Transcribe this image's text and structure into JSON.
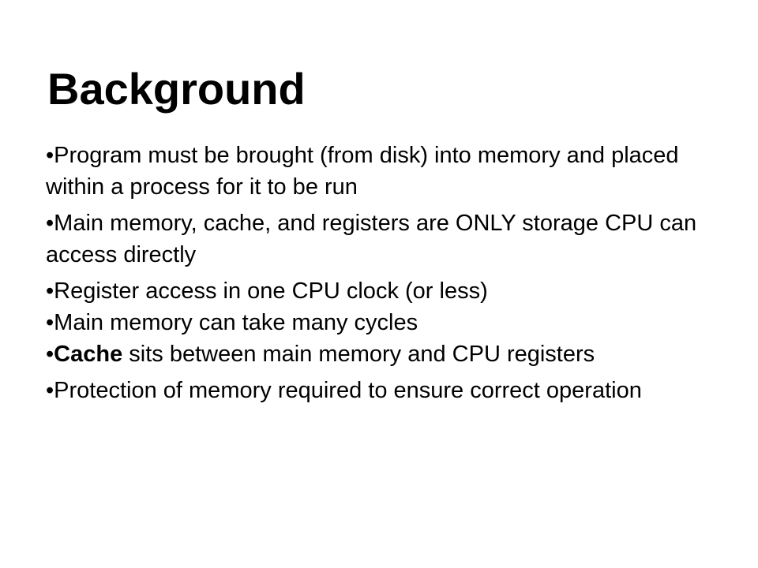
{
  "slide": {
    "title": "Background",
    "bullet_glyph": "•",
    "bullets": [
      {
        "text": "Program must be brought (from disk)  into memory and placed within a process for it to be run"
      },
      {
        "text": "Main memory, cache, and registers are ONLY storage CPU can access directly"
      },
      {
        "text": "Register access in one CPU clock (or less)"
      },
      {
        "text": "Main memory can take many cycles"
      },
      {
        "bold_text": "Cache",
        "text": " sits between main memory and CPU registers"
      },
      {
        "text": "Protection of memory required to ensure correct operation"
      }
    ]
  }
}
